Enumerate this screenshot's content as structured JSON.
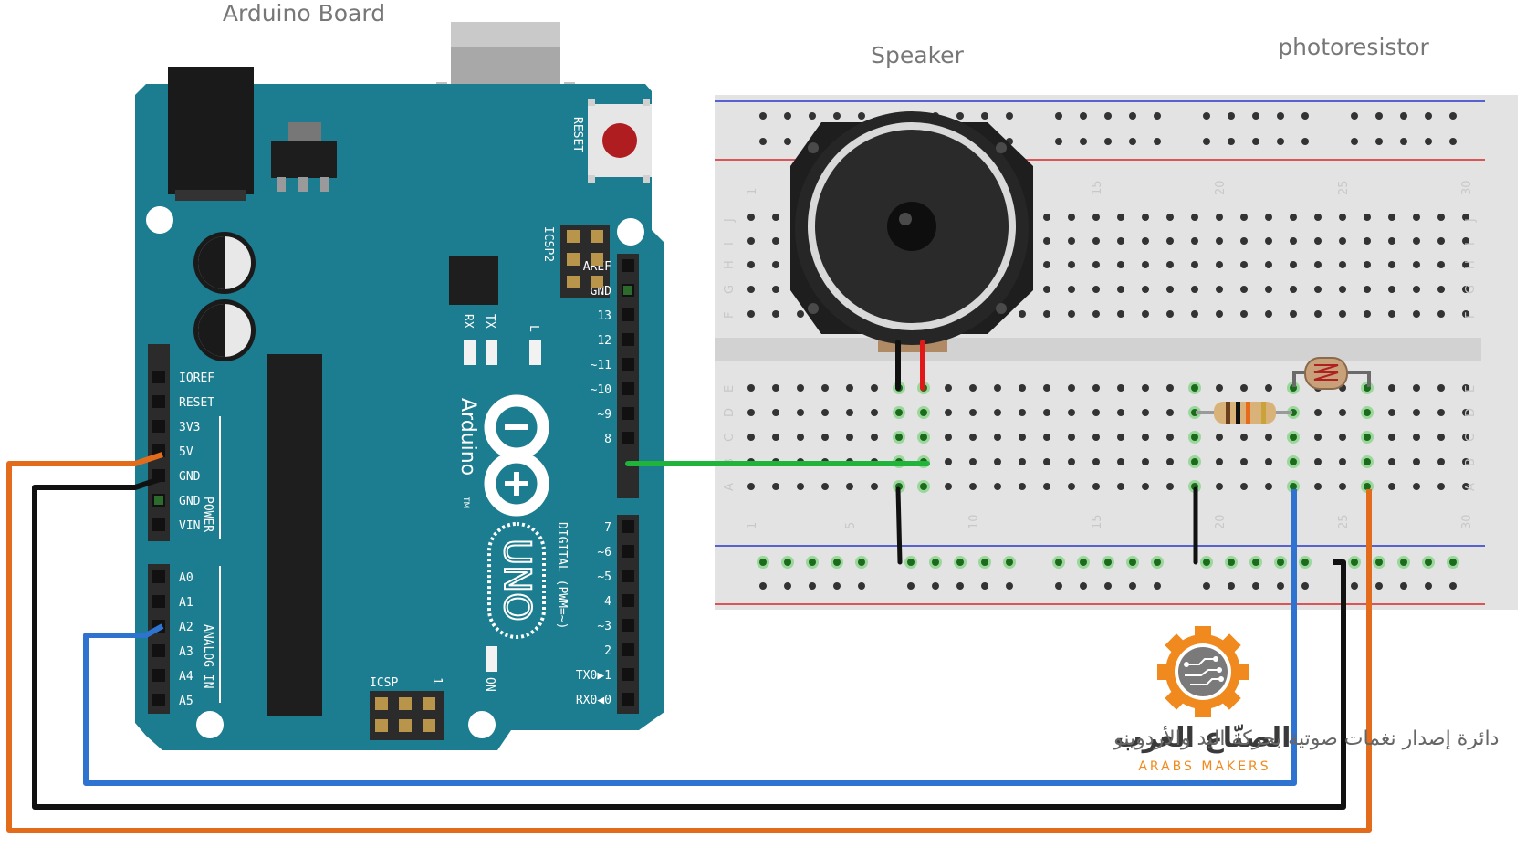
{
  "labels": {
    "arduino_title": "Arduino Board",
    "speaker_title": "Speaker",
    "photoresistor_title": "photoresistor",
    "caption_arabic": "دائرة إصدار نغمات صوتية بحركة اليد والأردوينو",
    "brand_arabic": "الصنّاع العرب",
    "brand_latin": "ARABS MAKERS"
  },
  "arduino": {
    "reset": "RESET",
    "icsp2": "ICSP2",
    "icsp": "ICSP",
    "icsp_pin1": "1",
    "tx": "TX",
    "rx": "RX",
    "l": "L",
    "on": "ON",
    "brand": "Arduino",
    "tm": "TM",
    "model": "UNO",
    "digital_label": "DIGITAL (PWM=~)",
    "power_label": "POWER",
    "analog_label": "ANALOG IN",
    "power_pins": [
      "IOREF",
      "RESET",
      "3V3",
      "5V",
      "GND",
      "GND",
      "VIN"
    ],
    "analog_pins": [
      "A0",
      "A1",
      "A2",
      "A3",
      "A4",
      "A5"
    ],
    "digital_top_pins": [
      "AREF",
      "GND",
      "13",
      "12",
      "~11",
      "~10",
      "~9",
      "8"
    ],
    "digital_bottom_pins": [
      "7",
      "~6",
      "~5",
      "4",
      "~3",
      "2",
      "TX0▶1",
      "RX0◀0"
    ]
  },
  "breadboard": {
    "column_numbers": [
      "1",
      "5",
      "10",
      "15",
      "20",
      "25",
      "30"
    ],
    "row_letters_top": [
      "J",
      "I",
      "H",
      "G",
      "F"
    ],
    "row_letters_bottom": [
      "E",
      "D",
      "C",
      "B",
      "A"
    ]
  },
  "colors": {
    "board_teal": "#1b7d8f",
    "wire_orange": "#e36b1c",
    "wire_black": "#111111",
    "wire_blue": "#2f73d0",
    "wire_green": "#21b43a",
    "rail_red": "#d8262a",
    "rail_blue": "#2a38c8",
    "brand_orange": "#f08a1e"
  }
}
